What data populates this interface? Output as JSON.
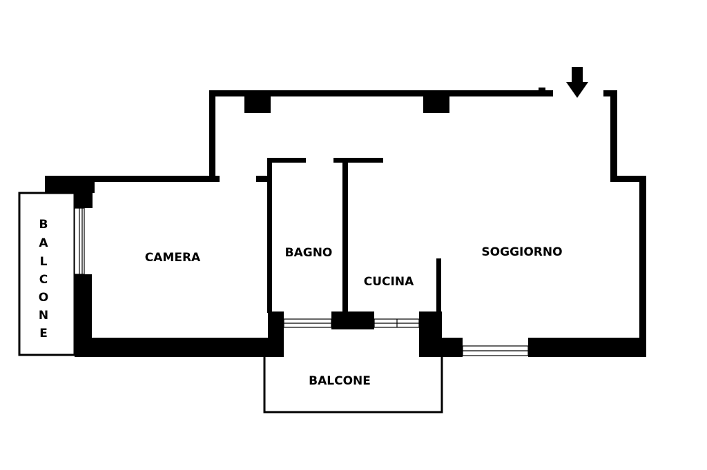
{
  "rooms": {
    "camera": "CAMERA",
    "bagno": "BAGNO",
    "cucina": "CUCINA",
    "soggiorno": "SOGGIORNO",
    "balcone_bottom": "BALCONE",
    "balcone_side": "BALCONE"
  },
  "balcone_side_letters": [
    "B",
    "A",
    "L",
    "C",
    "O",
    "N",
    "E"
  ],
  "icons": {
    "entrance": "entrance-arrow-icon"
  },
  "colors": {
    "wall": "#000000",
    "background": "#ffffff"
  }
}
